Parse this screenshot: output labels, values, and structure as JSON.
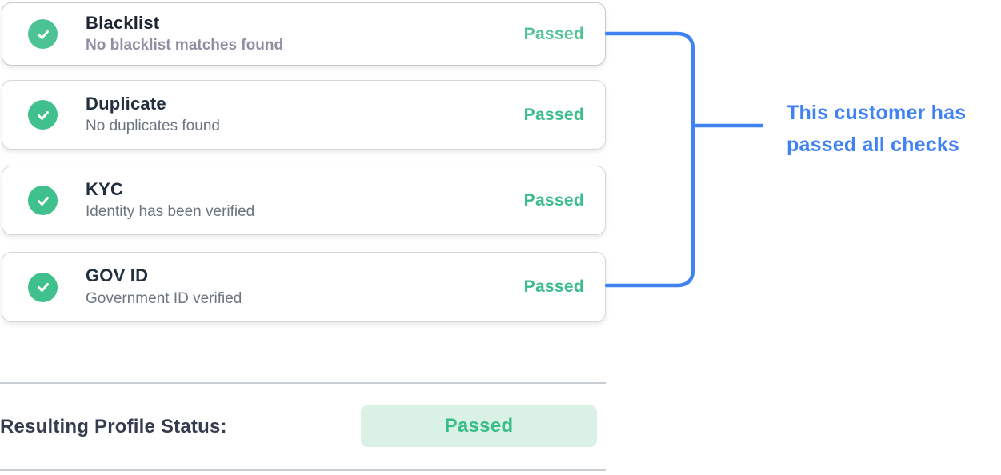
{
  "checks": [
    {
      "title": "Blacklist",
      "subtitle": "No blacklist matches found",
      "status": "Passed",
      "icon": "check-circle-icon",
      "state": "highlighted"
    },
    {
      "title": "Duplicate",
      "subtitle": "No duplicates found",
      "status": "Passed",
      "icon": "check-circle-icon",
      "state": "default"
    },
    {
      "title": "KYC",
      "subtitle": "Identity has been verified",
      "status": "Passed",
      "icon": "check-circle-icon",
      "state": "default"
    },
    {
      "title": "GOV ID",
      "subtitle": "Government ID verified",
      "status": "Passed",
      "icon": "check-circle-icon",
      "state": "default"
    }
  ],
  "annotation": {
    "line1": "This customer has",
    "line2": "passed all checks"
  },
  "result": {
    "label": "Resulting Profile Status:",
    "value": "Passed"
  },
  "colors": {
    "check_green": "#3fc08c",
    "status_green": "#3bbd8b",
    "badge_background": "#daf1e5",
    "annotation_blue": "#3f82f4",
    "title_dark": "#222f3f",
    "subtitle_gray": "#6b7580",
    "divider_gray": "#c9ced2"
  }
}
